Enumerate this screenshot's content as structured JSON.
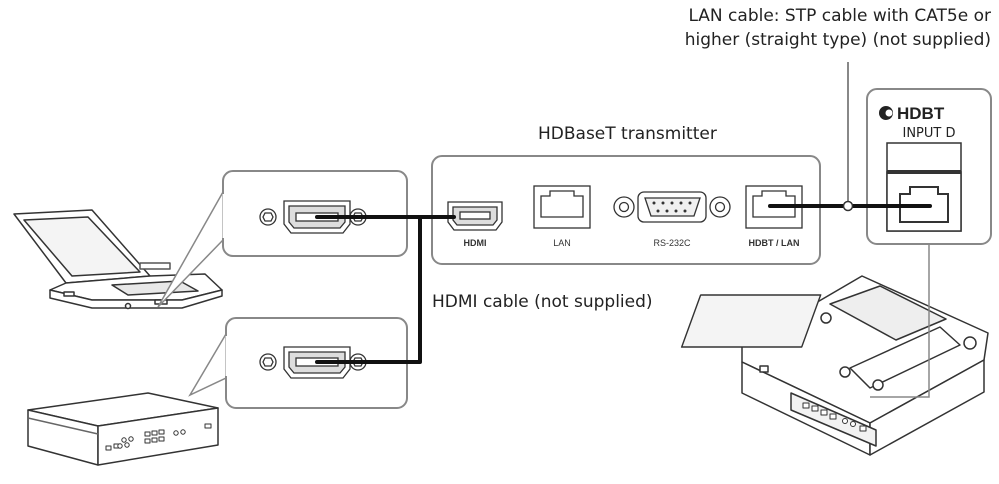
{
  "callouts": {
    "lan_cable_line1": "LAN cable: STP cable with CAT5e or",
    "lan_cable_line2": "higher (straight type) (not supplied)",
    "hdmi_cable": "HDMI cable (not supplied)"
  },
  "transmitter": {
    "title": "HDBaseT transmitter",
    "ports": {
      "hdmi": "HDMI",
      "lan": "LAN",
      "rs232c": "RS-232C",
      "hdbt_lan": "HDBT / LAN"
    }
  },
  "projector": {
    "port_brand": "HDBT",
    "port_label": "INPUT D"
  },
  "colors": {
    "line": "#555555",
    "panel_stroke": "#888888",
    "cable": "#111111"
  }
}
